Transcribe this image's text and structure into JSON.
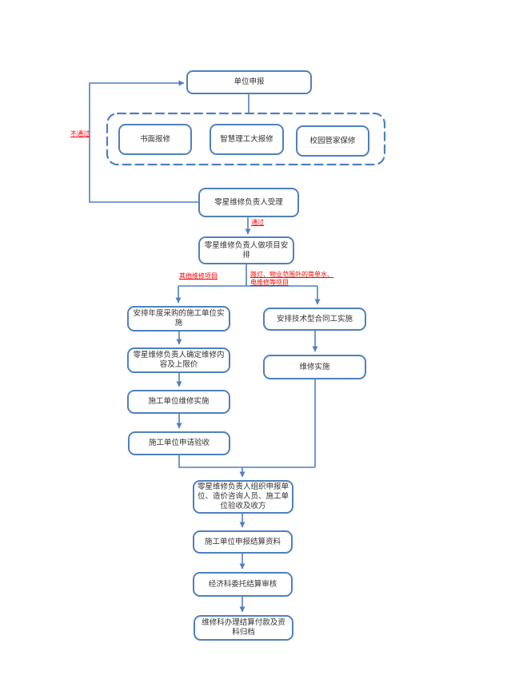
{
  "nodes": {
    "unit_declare": {
      "label": "单位申报"
    },
    "written_repair": {
      "label": "书面报修"
    },
    "smart_univ_repair": {
      "label": "智慧理工大报修"
    },
    "campus_keeper_repair": {
      "label": "校园管家保修"
    },
    "accept": {
      "label": "零星维修负责人受理"
    },
    "arrange": {
      "label": "零星维修负责人做项目安排"
    },
    "annual_contractor": {
      "label": "安排年度采购的施工单位实施"
    },
    "tech_contract_worker": {
      "label": "安排技术型合同工实施"
    },
    "confirm_content": {
      "label": "零星维修负责人确定维修内容及上限价"
    },
    "repair_impl": {
      "label": "维修实施"
    },
    "contractor_impl": {
      "label": "施工单位维修实施"
    },
    "apply_acceptance": {
      "label": "施工单位申请验收"
    },
    "organize_acceptance": {
      "label": "零星维修负责人组织申报单位、造价咨询人员、施工单位验收及收方"
    },
    "settlement_materials": {
      "label": "施工单位申报结算资料"
    },
    "settlement_audit": {
      "label": "经济科委托结算审核"
    },
    "payment_archive": {
      "label": "维修科办理结算付款及资料归档"
    }
  },
  "edge_labels": {
    "not_pass": "不通过",
    "pass": "通过",
    "other_projects": "其他维修项目",
    "simple_projects_line1": "路灯、物业范围外的简单水、",
    "simple_projects_line2": "电维修等项目"
  },
  "colors": {
    "line_color": "#4f81bd",
    "label_color": "#ff0000",
    "text_color": "#333333"
  }
}
